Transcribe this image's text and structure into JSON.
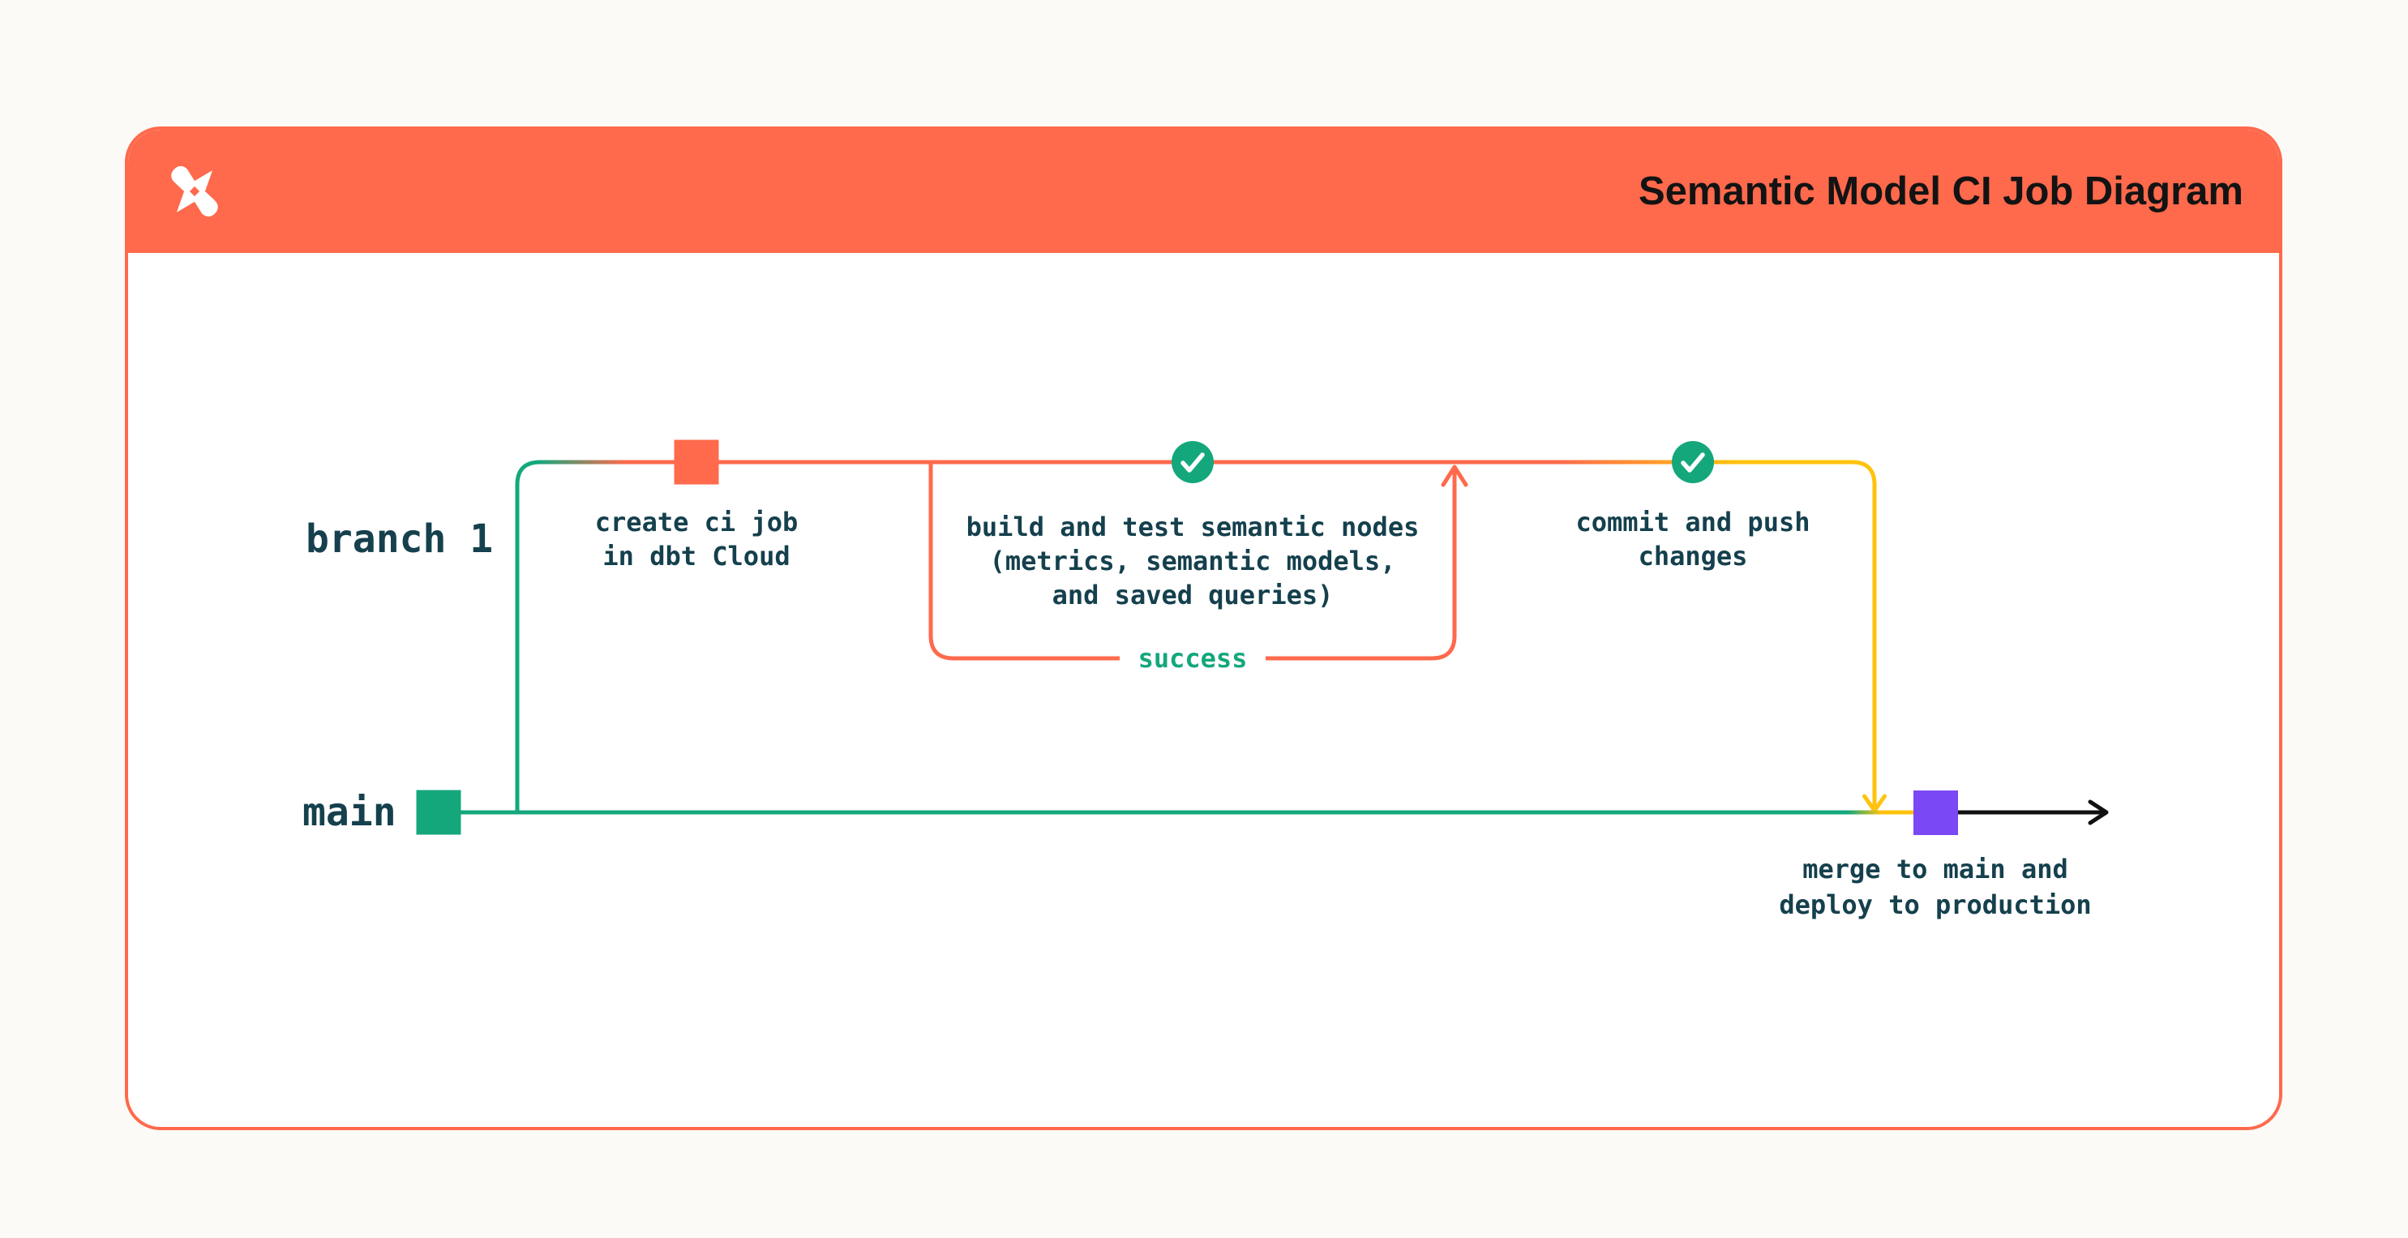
{
  "header": {
    "title": "Semantic Model CI Job Diagram",
    "logo_icon": "dbt-logo-icon"
  },
  "diagram": {
    "branch_label": "branch 1",
    "main_label": "main",
    "loop_label": "success",
    "nodes": {
      "create_ci": {
        "marker": "commit-square",
        "marker_color": "#FF694C",
        "line1": "create ci job",
        "line2": "in dbt Cloud"
      },
      "build_test": {
        "marker": "check-circle",
        "marker_color": "#15A77C",
        "line1": "build and test semantic nodes",
        "line2": "(metrics, semantic models,",
        "line3": "and saved queries)"
      },
      "commit_push": {
        "marker": "check-circle",
        "marker_color": "#15A77C",
        "line1": "commit and push",
        "line2": "changes"
      },
      "main_start": {
        "marker": "commit-square",
        "marker_color": "#15A77C"
      },
      "merge_deploy": {
        "marker": "commit-square",
        "marker_color": "#7B48F6",
        "line1": "merge to main and",
        "line2": "deploy to production"
      }
    },
    "colors": {
      "page_background": "#FBFAF6",
      "card_background": "#FFFFFF",
      "card_border_orange": "#FF694C",
      "header_orange": "#FF694C",
      "title_black": "#131313",
      "branch_green": "#15A77C",
      "branch_orange": "#FF694C",
      "branch_yellow": "#FFC30D",
      "merge_purple": "#7B48F6",
      "label_dark_teal": "#15404D",
      "deploy_arrow_black": "#111111"
    }
  }
}
